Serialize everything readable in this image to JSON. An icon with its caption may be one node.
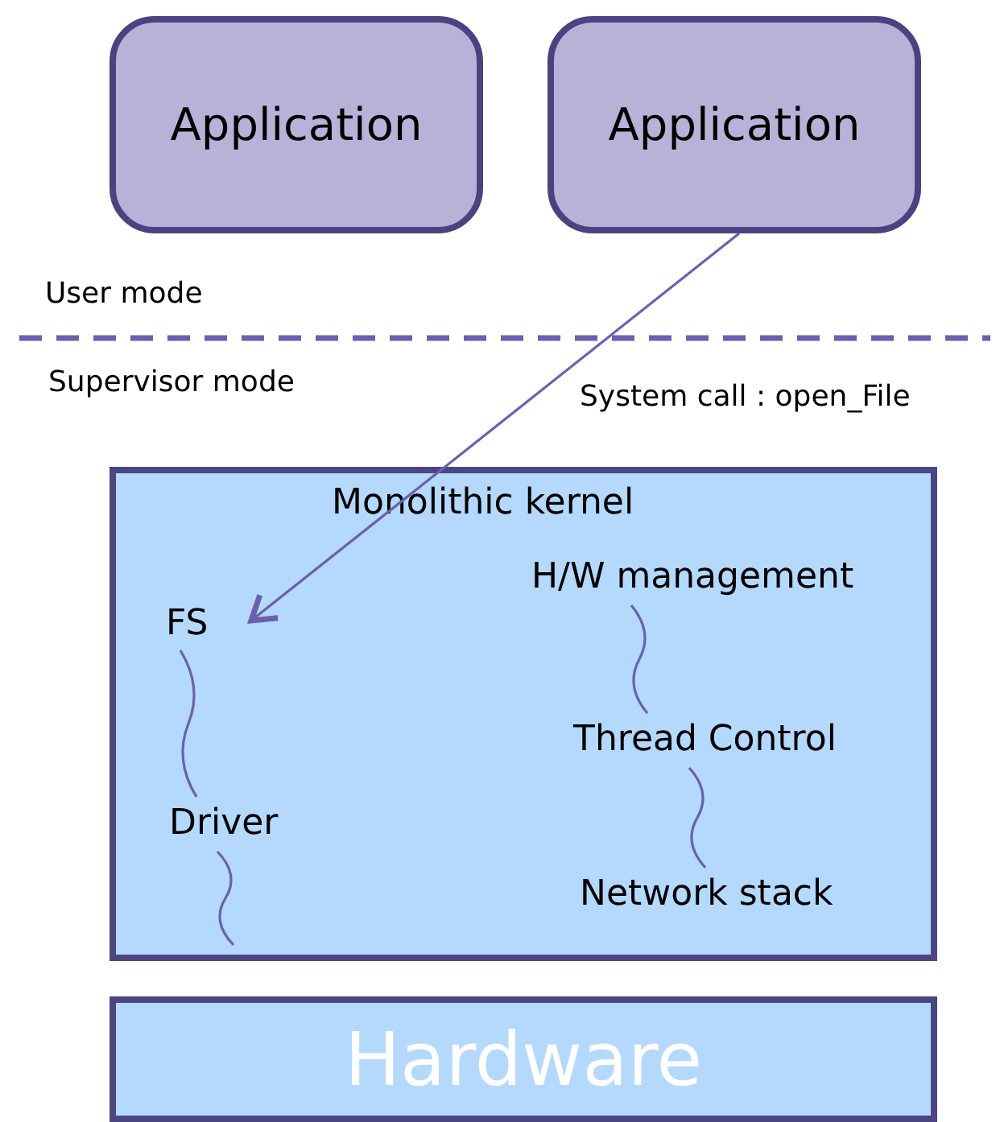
{
  "diagram": {
    "nodes": [
      {
        "text": [
          "Application"
        ]
      },
      {
        "text": [
          "Application"
        ]
      },
      {
        "text": [
          "Monolithic kernel"
        ]
      },
      {
        "text": [
          "FS"
        ],
        "in": 2
      },
      {
        "text": [
          "Driver"
        ],
        "in": 2
      },
      {
        "text": [
          "H/W management"
        ],
        "in": 2
      },
      {
        "text": [
          "Thread Control"
        ],
        "in": 2
      },
      {
        "text": [
          "Network stack"
        ],
        "in": 2
      },
      {
        "text": [
          "Hardware"
        ]
      }
    ],
    "edges": [
      {
        "from": 1,
        "to": 3,
        "arrow": "to",
        "label": "System call : open_File"
      },
      {
        "from": 3,
        "to": 4,
        "arrow": "none"
      },
      {
        "from": 4,
        "to": null,
        "arrow": "none"
      },
      {
        "from": 5,
        "to": 6,
        "arrow": "none"
      },
      {
        "from": 6,
        "to": 7,
        "arrow": "none"
      }
    ],
    "labels": [
      "User mode",
      "Supervisor mode"
    ]
  }
}
